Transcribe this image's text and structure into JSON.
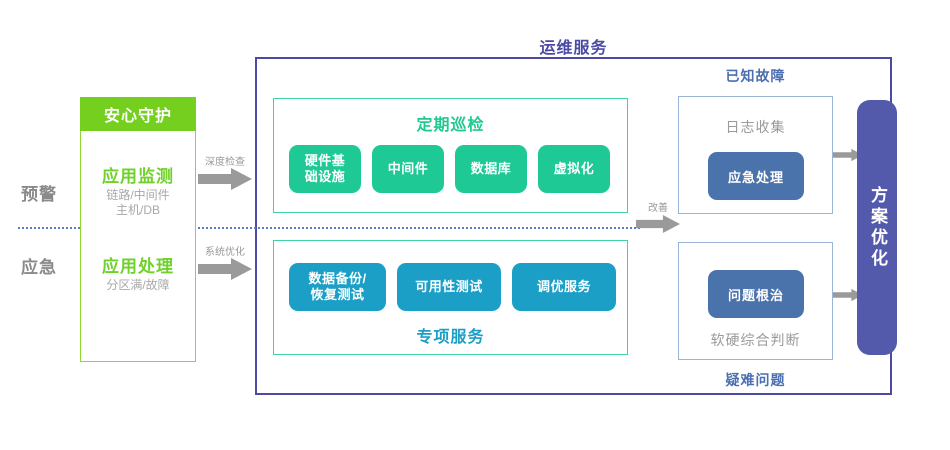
{
  "diagram": {
    "title": "运维服务",
    "stages": [
      {
        "label": "预警"
      },
      {
        "label": "应急"
      }
    ],
    "left_panel": {
      "header": "安心守护",
      "blocks": [
        {
          "title": "应用监测",
          "subtitle_lines": [
            "链路/中间件",
            "主机/DB"
          ]
        },
        {
          "title": "应用处理",
          "subtitle_lines": [
            "分区满/故障"
          ]
        }
      ]
    },
    "connectors": [
      {
        "label": "深度检查",
        "icon": "arrow-right-icon"
      },
      {
        "label": "系统优化",
        "icon": "arrow-right-icon"
      },
      {
        "label": "改善",
        "icon": "arrow-right-icon"
      }
    ],
    "service_panels": [
      {
        "title": "定期巡检",
        "title_position": "top",
        "items": [
          "硬件基\n础设施",
          "中间件",
          "数据库",
          "虚拟化"
        ]
      },
      {
        "title": "专项服务",
        "title_position": "bottom",
        "items": [
          "数据备份/\n恢复测试",
          "可用性测试",
          "调优服务"
        ]
      }
    ],
    "fault_panels": [
      {
        "caption": "已知故障",
        "caption_position": "top",
        "sub_label": "日志收集",
        "sub_label_position": "top",
        "chip": "应急处理"
      },
      {
        "caption": "疑难问题",
        "caption_position": "bottom",
        "sub_label": "软硬综合判断",
        "sub_label_position": "bottom",
        "chip": "问题根治"
      }
    ],
    "result": {
      "label": "方案优化"
    },
    "colors": {
      "bright_green": "#74cf1e",
      "panel_green": "#1fc996",
      "panel_blue": "#1b9fc6",
      "frame_purple": "#4b4ba6",
      "fault_blue": "#4a73ab",
      "pill_purple": "#5359ab",
      "arrow_gray": "#9a9a9a"
    }
  }
}
